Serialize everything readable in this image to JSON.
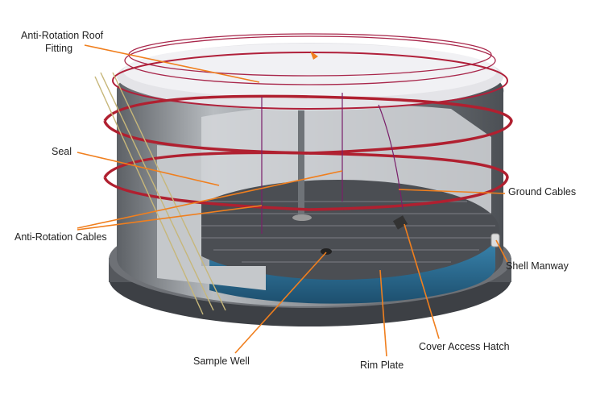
{
  "title": "External floating roof tank fittings",
  "labels": {
    "roof_fitting_line1": "Anti-Rotation Roof",
    "roof_fitting_line2": "Fitting",
    "seal": "Seal",
    "anti_rotation_cables": "Anti-Rotation Cables",
    "ground_cables": "Ground Cables",
    "shell_manway": "Shell Manway",
    "cover_access_hatch": "Cover Access Hatch",
    "sample_well": "Sample Well",
    "rim_plate": "Rim Plate"
  },
  "colors": {
    "leader": "#F07F1E",
    "railing": "#B0203A",
    "liquid": "#2C6E95",
    "shell": "#8E9296"
  }
}
